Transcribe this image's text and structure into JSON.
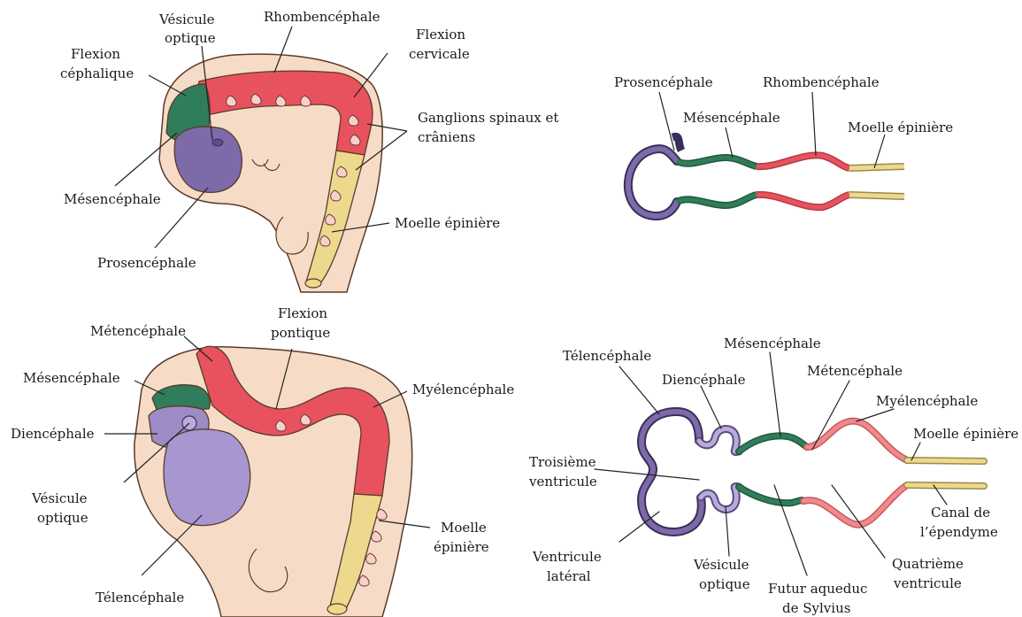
{
  "colors": {
    "prosencephale": "#7d6aa8",
    "mesencephale": "#2f7d5a",
    "rhombencephale": "#e8525f",
    "metencephale": "#f0888c",
    "moelle": "#ecd98e",
    "embryo_skin": "#f6dcc6",
    "outline": "#5a3a2a"
  },
  "panels": {
    "top_left": {
      "flexion_cephalique": [
        "Flexion",
        "céphalique"
      ],
      "vesicule_optique": [
        "Vésicule",
        "optique"
      ],
      "rhombencephale": "Rhombencéphale",
      "flexion_cervicale": [
        "Flexion",
        "cervicale"
      ],
      "ganglions": [
        "Ganglions spinaux et",
        "crâniens"
      ],
      "mesencephale": "Mésencéphale",
      "moelle": "Moelle épinière",
      "prosencephale": "Prosencéphale"
    },
    "top_right": {
      "prosencephale": "Prosencéphale",
      "rhombencephale": "Rhombencéphale",
      "mesencephale": "Mésencéphale",
      "moelle": "Moelle épinière"
    },
    "bottom_left": {
      "metencephale": "Métencéphale",
      "flexion_pontique": [
        "Flexion",
        "pontique"
      ],
      "mesencephale": "Mésencéphale",
      "myelencephale": "Myélencéphale",
      "diencephale": "Diencéphale",
      "vesicule_optique": [
        "Vésicule",
        "optique"
      ],
      "moelle": [
        "Moelle",
        "épinière"
      ],
      "telencephale": "Télencéphale"
    },
    "bottom_right": {
      "mesencephale": "Mésencéphale",
      "telencephale": "Télencéphale",
      "metencephale": "Métencéphale",
      "diencephale": "Diencéphale",
      "myelencephale": "Myélencéphale",
      "moelle": "Moelle épinière",
      "troisieme": [
        "Troisième",
        "ventricule"
      ],
      "canal": [
        "Canal de",
        "l’épendyme"
      ],
      "ventricule_lateral": [
        "Ventricule",
        "latéral"
      ],
      "vesicule_optique": [
        "Vésicule",
        "optique"
      ],
      "aqueduc": [
        "Futur aqueduc",
        "de Sylvius"
      ],
      "quatrieme": [
        "Quatrième",
        "ventricule"
      ]
    }
  }
}
